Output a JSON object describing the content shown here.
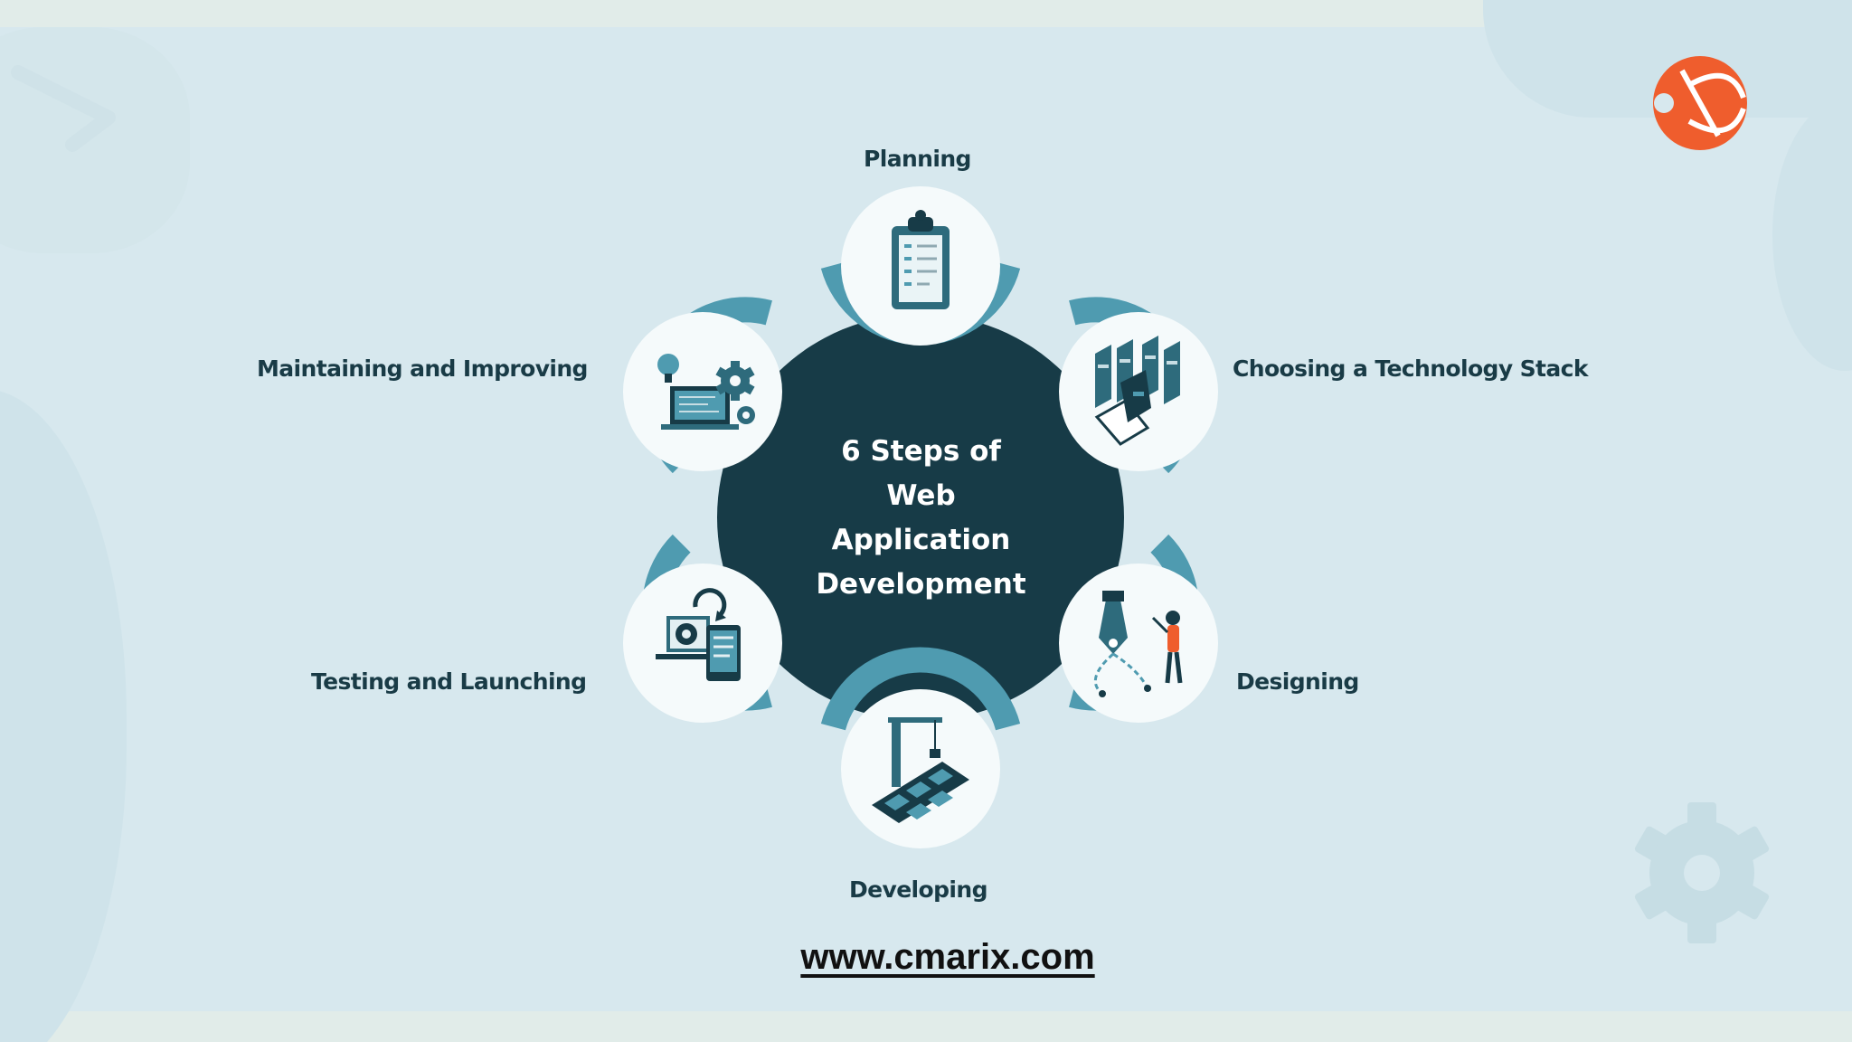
{
  "title_lines": [
    "6 Steps of",
    "Web",
    "Application",
    "Development"
  ],
  "steps": [
    {
      "label": "Planning",
      "icon": "clipboard-checklist-icon"
    },
    {
      "label": "Choosing a Technology Stack",
      "icon": "server-stack-laptop-icon"
    },
    {
      "label": "Designing",
      "icon": "pen-tool-designer-icon"
    },
    {
      "label": "Developing",
      "icon": "crane-building-blocks-icon"
    },
    {
      "label": "Testing and Launching",
      "icon": "gear-devices-test-icon"
    },
    {
      "label": "Maintaining and Improving",
      "icon": "laptop-lightbulb-gears-icon"
    }
  ],
  "website": "www.cmarix.com",
  "brand_logo": "cmarix-logo-icon",
  "colors": {
    "background": "#d7e8ee",
    "center_disc": "#173b47",
    "ring_accent": "#4f9bb0",
    "icon_circle": "#f5fafb",
    "label_text": "#193b46",
    "brand_orange": "#ef5d2d"
  }
}
